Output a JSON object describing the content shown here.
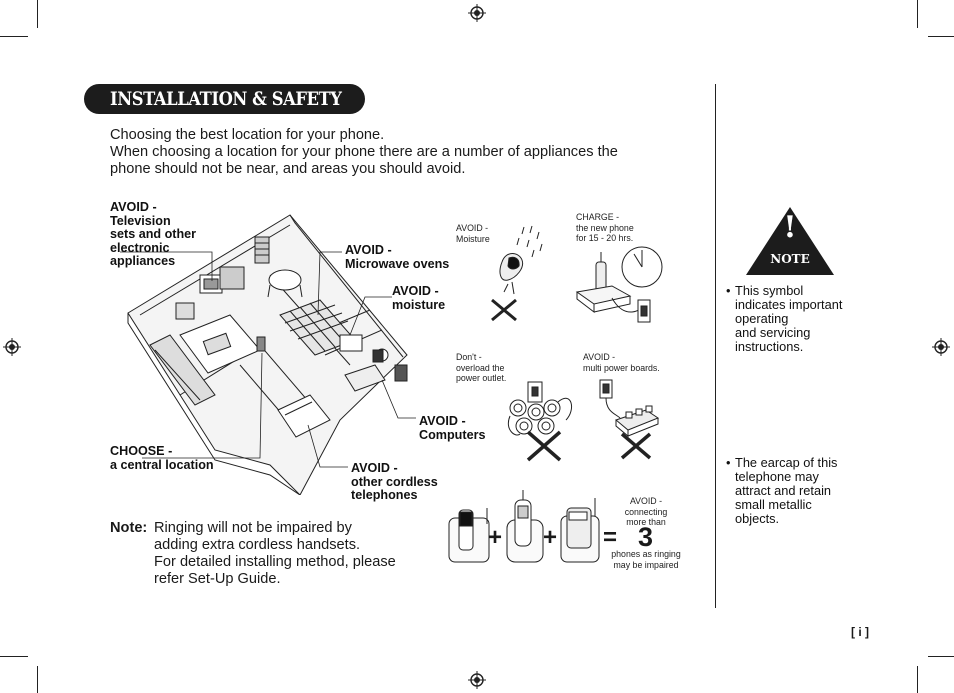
{
  "header": {
    "title": "INSTALLATION & SAFETY"
  },
  "intro": {
    "line1": "Choosing the best location for your phone.",
    "line2": "When choosing a location for your phone there are a number of appliances the",
    "line3": "phone should not be near, and areas you should avoid."
  },
  "floorplan_labels": {
    "tv": [
      "AVOID -",
      "Television",
      "sets and other",
      "electronic",
      "appliances"
    ],
    "microwave": [
      "AVOID -",
      "Microwave ovens"
    ],
    "moisture": [
      "AVOID -",
      "moisture"
    ],
    "computers": [
      "AVOID -",
      "Computers"
    ],
    "central": [
      "CHOOSE -",
      "a central location"
    ],
    "cordless": [
      "AVOID -",
      "other cordless",
      "telephones"
    ]
  },
  "small_labels": {
    "moisture": [
      "AVOID -",
      "Moisture"
    ],
    "charge": [
      "CHARGE -",
      "the new phone",
      "for 15 - 20 hrs."
    ],
    "overload": [
      "Don't -",
      "overload the",
      "power outlet."
    ],
    "boards": [
      "AVOID -",
      "multi power boards."
    ],
    "connecting": [
      "AVOID -",
      "connecting",
      "more than"
    ],
    "ringing": [
      "phones as ringing",
      "may be impaired"
    ]
  },
  "equation": {
    "plus": "+",
    "equals": "=",
    "number": "3"
  },
  "note": {
    "label": "Note:",
    "line1": "Ringing will not be impaired by",
    "line2": "adding extra cordless handsets.",
    "line3": "For detailed installing method, please",
    "line4": "refer Set-Up Guide."
  },
  "sidebar": {
    "badge_text": "NOTE",
    "badge_mark": "!",
    "bullet": "•",
    "symbol_note": [
      "This symbol",
      "indicates important",
      "operating",
      "and servicing",
      "instructions."
    ],
    "earcap_note": [
      "The earcap of this",
      "telephone may",
      "attract and retain",
      "small metallic",
      "objects."
    ]
  },
  "footer": {
    "page_number": "[ i ]"
  }
}
